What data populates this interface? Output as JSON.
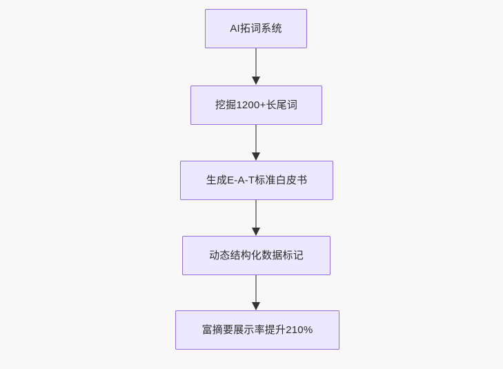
{
  "diagram": {
    "type": "flowchart",
    "direction": "top-to-bottom",
    "background_color": "#f8f8f8",
    "node_fill_color": "#ece8fd",
    "node_border_color": "#9370d8",
    "edge_color": "#888888",
    "arrowhead_color": "#333333",
    "text_color": "#2b2b2b",
    "nodes": [
      {
        "id": "n1",
        "label": "AI拓词系统"
      },
      {
        "id": "n2",
        "label": "挖掘1200+长尾词"
      },
      {
        "id": "n3",
        "label": "生成E-A-T标准白皮书"
      },
      {
        "id": "n4",
        "label": "动态结构化数据标记"
      },
      {
        "id": "n5",
        "label": "富摘要展示率提升210%"
      }
    ],
    "edges": [
      {
        "from": "n1",
        "to": "n2"
      },
      {
        "from": "n2",
        "to": "n3"
      },
      {
        "from": "n3",
        "to": "n4"
      },
      {
        "from": "n4",
        "to": "n5"
      }
    ]
  }
}
